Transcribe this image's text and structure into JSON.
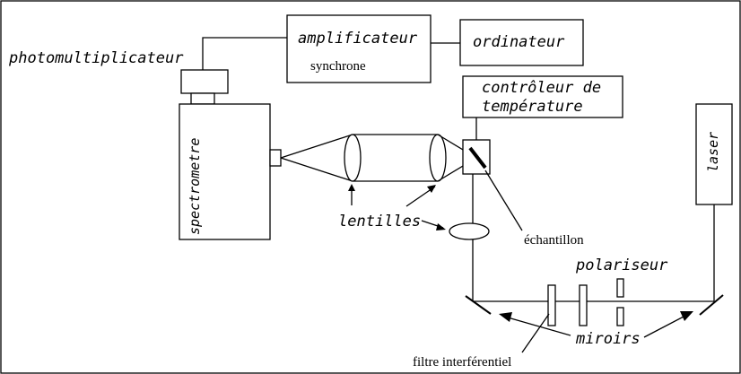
{
  "diagram": {
    "labels": {
      "photomultiplier": "photomultiplicateur",
      "amplifier_line1": "amplificateur",
      "amplifier_line2": "synchrone",
      "computer": "ordinateur",
      "temperature_controller_line1": "contrôleur de",
      "temperature_controller_line2": "température",
      "spectrometer": "spectrometre",
      "laser": "laser",
      "lenses": "lentilles",
      "sample": "échantillon",
      "polarizer": "polariseur",
      "mirrors": "miroirs",
      "interference_filter": "filtre interférentiel"
    }
  }
}
